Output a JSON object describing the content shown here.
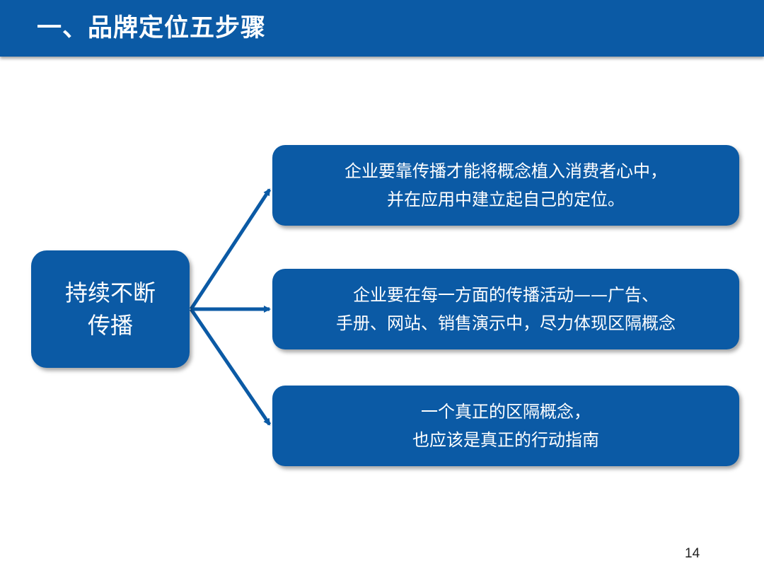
{
  "header": {
    "title": "一、品牌定位五步骤",
    "color": "#0b5aa5"
  },
  "source": {
    "lines": [
      "持续不断",
      "传播"
    ]
  },
  "targets": [
    {
      "lines": [
        "企业要靠传播才能将概念植入消费者心中，",
        "并在应用中建立起自己的定位。"
      ]
    },
    {
      "lines": [
        "企业要在每一方面的传播活动——广告、",
        "手册、网站、销售演示中，尽力体现区隔概念"
      ]
    },
    {
      "lines": [
        "一个真正的区隔概念，",
        "也应该是真正的行动指南"
      ]
    }
  ],
  "page_number": "14",
  "colors": {
    "box": "#0b5aa5",
    "arrow": "#0b5aa5",
    "text_on_box": "#ffffff"
  }
}
